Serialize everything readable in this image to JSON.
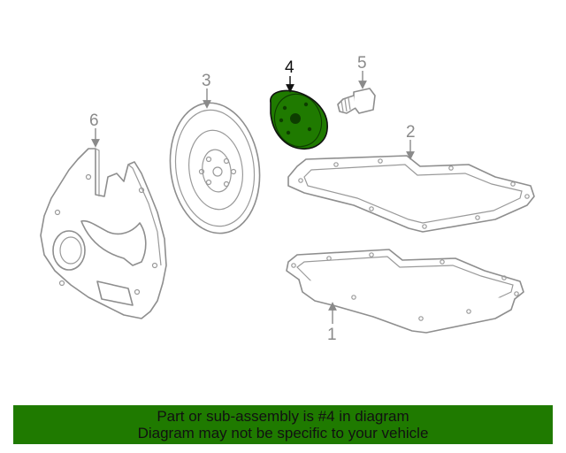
{
  "callouts": {
    "c1": "1",
    "c2": "2",
    "c3": "3",
    "c4": "4",
    "c5": "5",
    "c6": "6"
  },
  "highlight": {
    "part": "4",
    "fill_color": "#1f7a00"
  },
  "banner": {
    "line1": "Part or sub-assembly is #4 in diagram",
    "line2": "Diagram may not be specific to your vehicle",
    "background": "#1f7a00"
  }
}
